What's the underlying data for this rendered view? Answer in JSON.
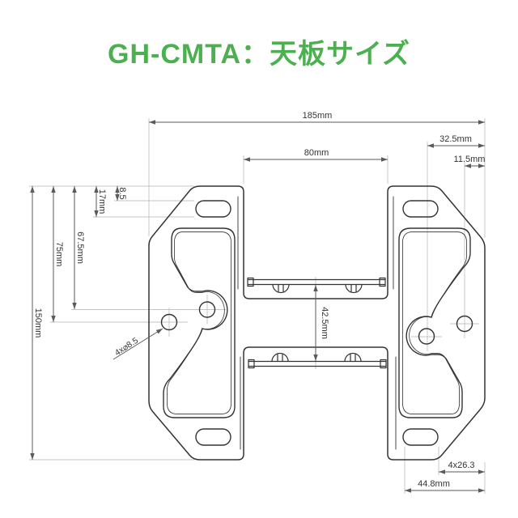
{
  "title": {
    "text": "GH-CMTA：天板サイズ"
  },
  "dimensions": {
    "overall_width": "185mm",
    "opening_width": "80mm",
    "inner_hole_from_right": "32.5mm",
    "outer_hole_from_right": "11.5mm",
    "slot_top_from_edge": "8.5",
    "slot_bottom_from_edge": "17mm",
    "inner_hole_from_top": "67.5mm",
    "outer_hole_from_top": "75mm",
    "overall_height": "150mm",
    "rail_gap": "42.5mm",
    "holes_note": "4x⌀8.5",
    "tab_width_note": "4x26.3",
    "slot_to_edge": "44.8mm"
  },
  "colors": {
    "title": "#4cb050",
    "outline": "#333333",
    "detail": "#3c3c3c",
    "dimline": "#5a5a5a",
    "ext": "#c4c4c4",
    "text": "#333333"
  }
}
